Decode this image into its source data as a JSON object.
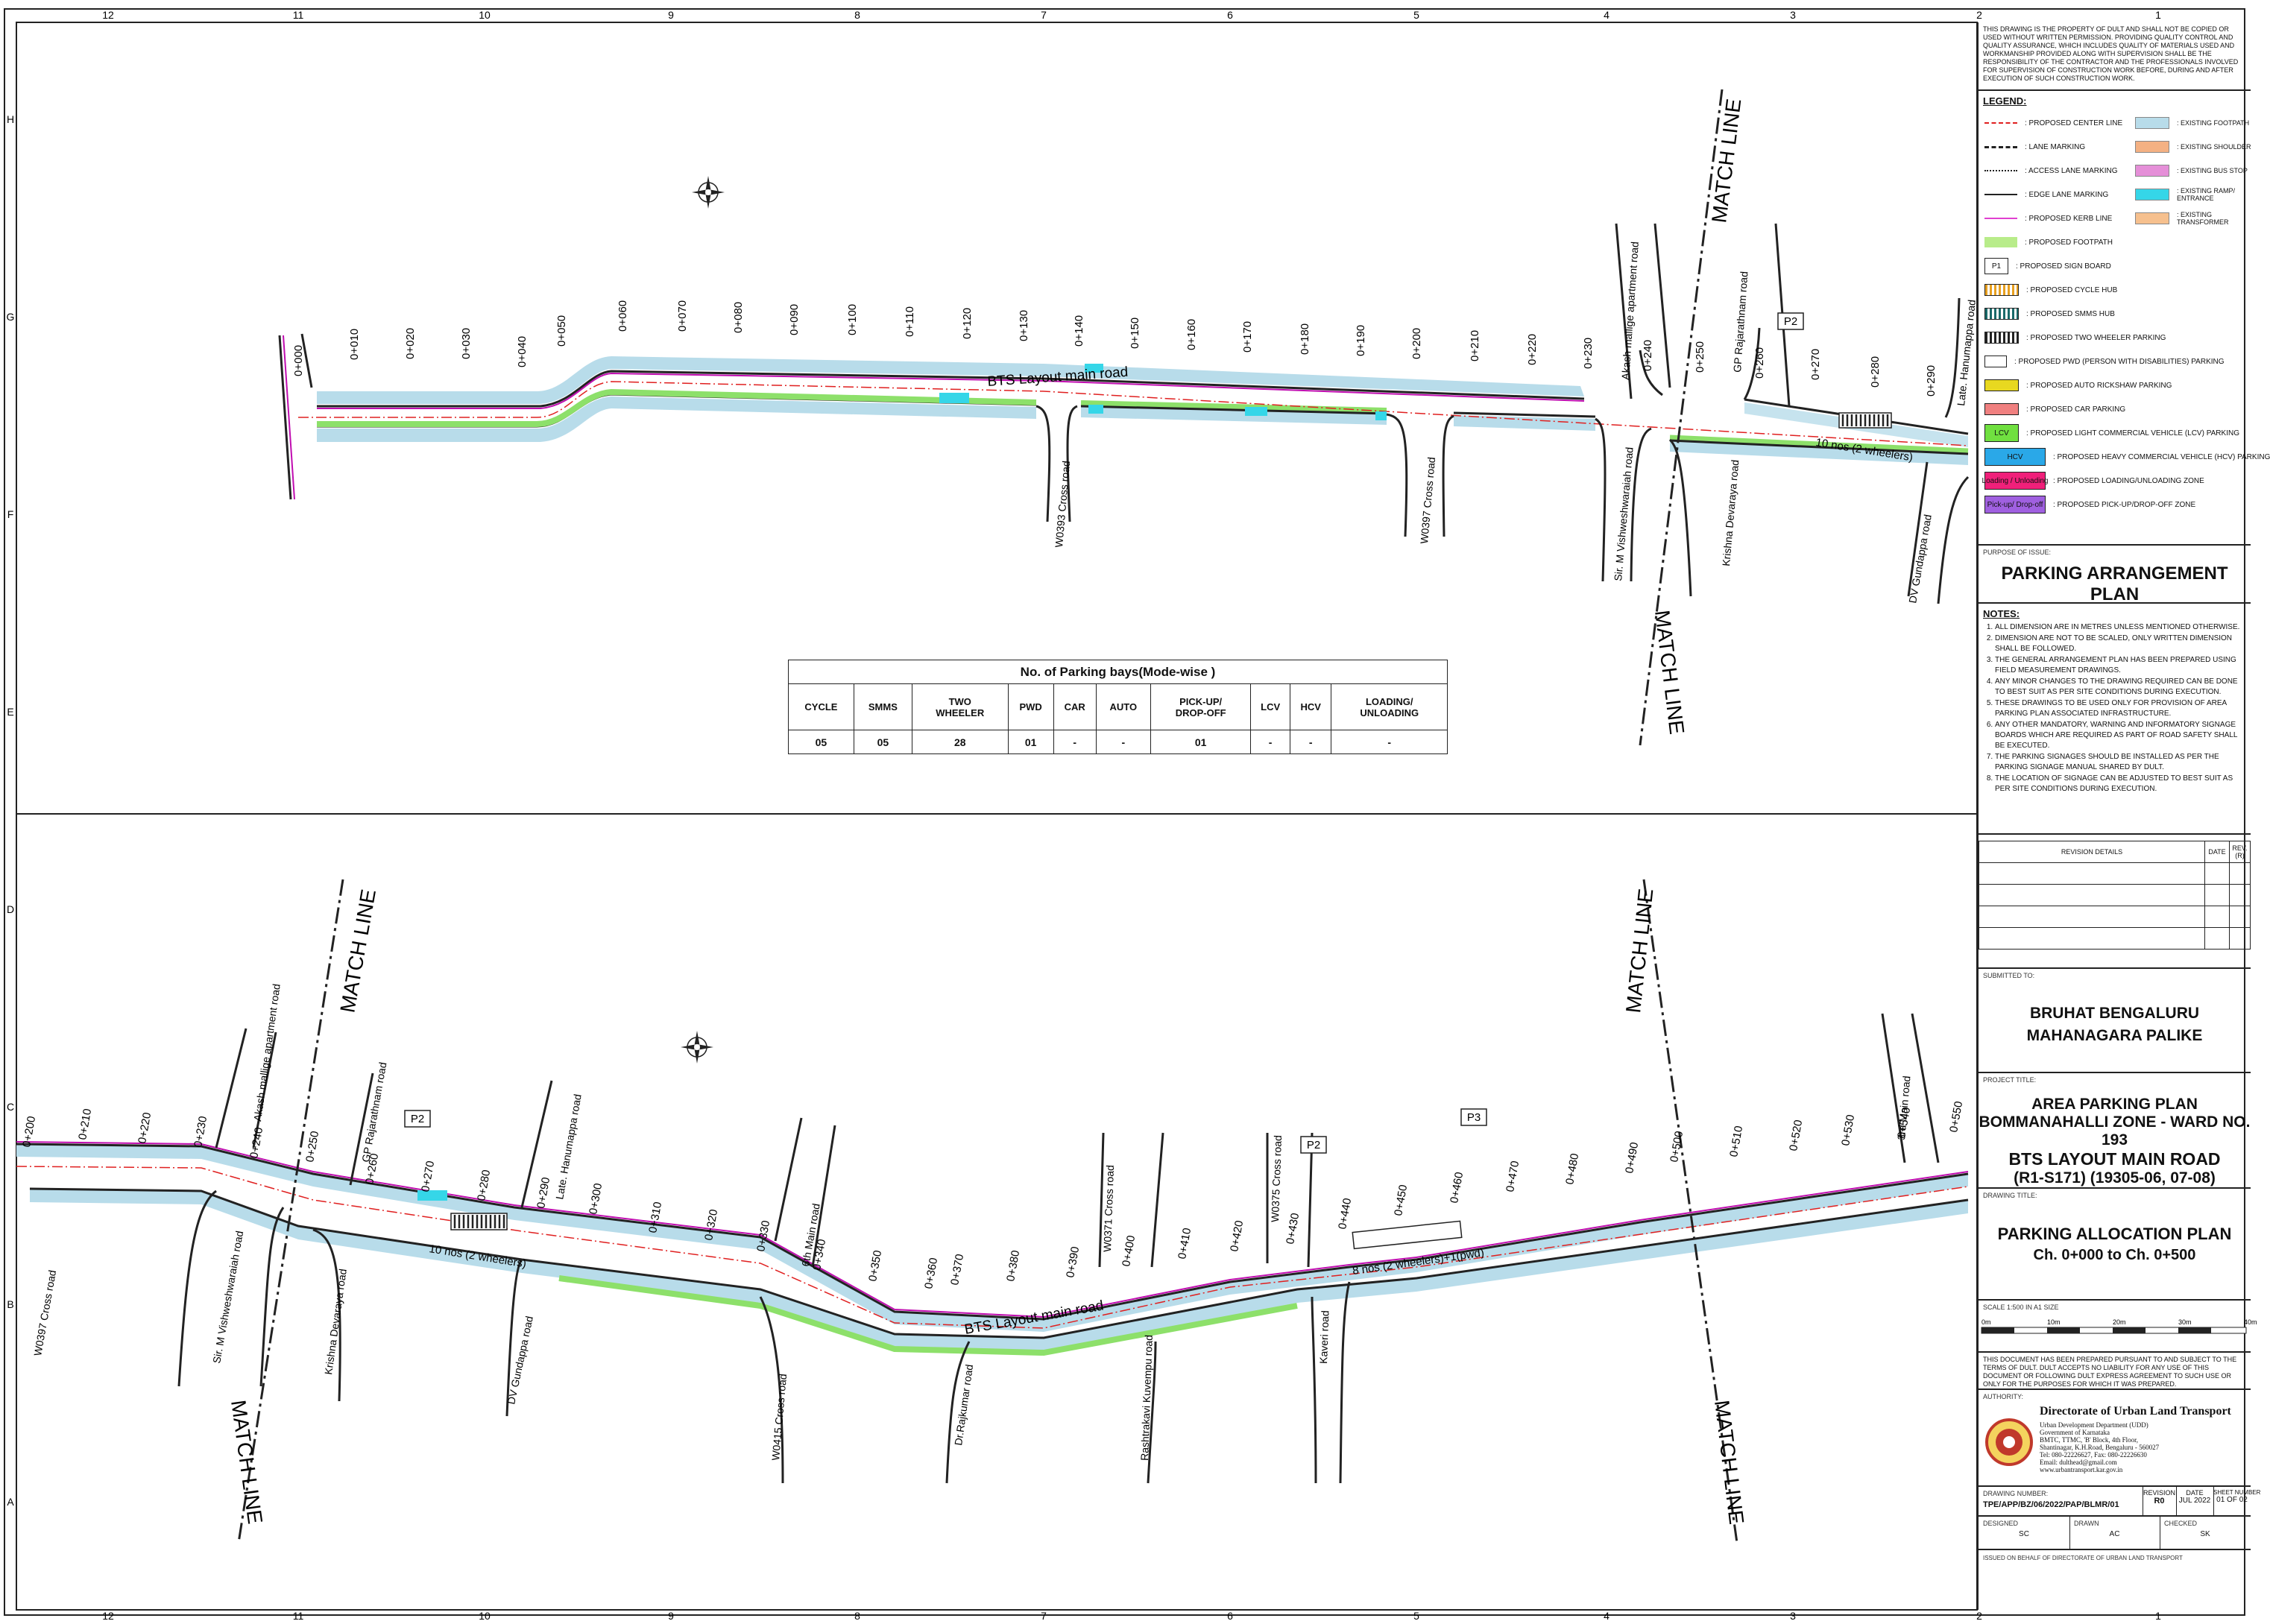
{
  "grid": {
    "columns": [
      "12",
      "11",
      "10",
      "9",
      "8",
      "7",
      "6",
      "5",
      "4",
      "3",
      "2",
      "1"
    ],
    "rows": [
      "H",
      "G",
      "F",
      "E",
      "D",
      "C",
      "B",
      "A"
    ]
  },
  "top_panel": {
    "road_label": "BTS Layout main road",
    "chainages": [
      "0+000",
      "0+010",
      "0+020",
      "0+030",
      "0+040",
      "0+050",
      "0+060",
      "0+070",
      "0+080",
      "0+090",
      "0+100",
      "0+110",
      "0+120",
      "0+130",
      "0+140",
      "0+150",
      "0+160",
      "0+170",
      "0+180",
      "0+190",
      "0+200",
      "0+210",
      "0+220",
      "0+230",
      "0+240",
      "0+250",
      "0+260",
      "0+270",
      "0+280",
      "0+290"
    ],
    "roads": [
      "W0393 Cross road",
      "W0397 Cross road",
      "Sir. M Vishweshwaraiah road",
      "Krishna Devaraya road",
      "DV Gundappa road",
      "Akash mallige apartment road",
      "GP Rajarathnam road",
      "Late. Hanumappa road"
    ],
    "match_line_top": "MATCH LINE",
    "match_line_bottom": "MATCH LINE",
    "parking_label": "10 nos (2 wheelers)",
    "sign": "P2"
  },
  "parking_table": {
    "title": "No. of Parking bays(Mode-wise )",
    "headers": [
      "CYCLE",
      "SMMS",
      "TWO\nWHEELER",
      "PWD",
      "CAR",
      "AUTO",
      "PICK-UP/\nDROP-OFF",
      "LCV",
      "HCV",
      "LOADING/\nUNLOADING"
    ],
    "values": [
      "05",
      "05",
      "28",
      "01",
      "-",
      "-",
      "01",
      "-",
      "-",
      "-"
    ]
  },
  "bottom_panel": {
    "road_label": "BTS Layout main road",
    "chainages": [
      "0+200",
      "0+210",
      "0+220",
      "0+230",
      "0+240",
      "0+250",
      "0+260",
      "0+270",
      "0+280",
      "0+290",
      "0+300",
      "0+310",
      "0+320",
      "0+330",
      "0+340",
      "0+350",
      "0+360",
      "0+370",
      "0+380",
      "0+390",
      "0+400",
      "0+410",
      "0+420",
      "0+430",
      "0+440",
      "0+450",
      "0+460",
      "0+470",
      "0+480",
      "0+490",
      "0+500",
      "0+510",
      "0+520",
      "0+530",
      "0+540",
      "0+550"
    ],
    "roads": [
      "W0397 Cross road",
      "Sir. M Vishweshwaraiah road",
      "Krishna Devaraya road",
      "DV Gundappa road",
      "W0415 Cross road",
      "Dr.Rajkumar road",
      "Rashtrakavi Kuvempu road",
      "Kaveri road",
      "Akash mallige apartment road",
      "GP Rajarathnam road",
      "Late. Hanumappa road",
      "6th Main road",
      "W0371 Cross road",
      "W0375 Cross road",
      "3rd Main road"
    ],
    "match_line": "MATCH LINE",
    "parking_label_1": "10 nos (2 wheelers)",
    "parking_label_2": "8 nos (2 wheelers)+1(pwd)",
    "signs": [
      "P2",
      "P2",
      "P3"
    ]
  },
  "title_block": {
    "disclaimer": "THIS DRAWING IS THE PROPERTY OF DULT AND SHALL NOT BE COPIED OR USED WITHOUT WRITTEN PERMISSION. PROVIDING QUALITY CONTROL AND QUALITY ASSURANCE, WHICH INCLUDES QUALITY OF MATERIALS USED AND WORKMANSHIP PROVIDED ALONG WITH SUPERVISION SHALL BE THE RESPONSIBILITY OF THE CONTRACTOR AND THE PROFESSIONALS INVOLVED FOR SUPERVISION OF CONSTRUCTION WORK BEFORE, DURING AND AFTER EXECUTION OF SUCH CONSTRUCTION WORK.",
    "legend_title": "LEGEND:",
    "legend_left": [
      {
        "icon": "center-line",
        "label": ": PROPOSED CENTER LINE"
      },
      {
        "icon": "lane-marking",
        "label": ": LANE MARKING"
      },
      {
        "icon": "access-lane",
        "label": ": ACCESS LANE MARKING"
      },
      {
        "icon": "edge-lane",
        "label": ": EDGE LANE MARKING"
      },
      {
        "icon": "kerb-line",
        "label": ": PROPOSED KERB LINE"
      },
      {
        "icon": "footpath",
        "label": ": PROPOSED FOOTPATH"
      },
      {
        "icon": "sign-board",
        "text": "P1",
        "label": ": PROPOSED SIGN BOARD"
      },
      {
        "icon": "cycle-hub",
        "label": ": PROPOSED CYCLE HUB"
      },
      {
        "icon": "smms-hub",
        "label": ": PROPOSED SMMS HUB"
      },
      {
        "icon": "two-wheeler",
        "label": ": PROPOSED TWO WHEELER PARKING"
      },
      {
        "icon": "pwd",
        "label": ": PROPOSED PWD (PERSON WITH DISABILITIES) PARKING"
      },
      {
        "icon": "auto",
        "label": ": PROPOSED AUTO RICKSHAW PARKING"
      },
      {
        "icon": "car",
        "label": ": PROPOSED CAR PARKING"
      },
      {
        "icon": "lcv",
        "text": "LCV",
        "label": ": PROPOSED LIGHT COMMERCIAL VEHICLE (LCV) PARKING"
      },
      {
        "icon": "hcv",
        "text": "HCV",
        "label": ": PROPOSED HEAVY COMMERCIAL VEHICLE (HCV) PARKING"
      },
      {
        "icon": "loading",
        "text": "Loading / Unloading",
        "label": ": PROPOSED LOADING/UNLOADING ZONE"
      },
      {
        "icon": "pickup",
        "text": "Pick-up/ Drop-off",
        "label": ": PROPOSED PICK-UP/DROP-OFF ZONE"
      }
    ],
    "legend_right": [
      {
        "color": "#b8dcea",
        "label": ": EXISTING FOOTPATH"
      },
      {
        "color": "#f4b183",
        "label": ": EXISTING SHOULDER"
      },
      {
        "color": "#e58fd8",
        "label": ": EXISTING BUS STOP"
      },
      {
        "color": "#35d6e8",
        "label": ": EXISTING RAMP/ ENTRANCE"
      },
      {
        "color": "#f6c08e",
        "label": ": EXISTING TRANSFORMER"
      }
    ],
    "purpose_label": "PURPOSE OF ISSUE:",
    "purpose": "PARKING ARRANGEMENT PLAN",
    "notes_title": "NOTES:",
    "notes": [
      "ALL DIMENSION ARE IN METRES UNLESS MENTIONED OTHERWISE.",
      "DIMENSION ARE NOT TO BE SCALED, ONLY WRITTEN DIMENSION SHALL BE FOLLOWED.",
      "THE GENERAL ARRANGEMENT PLAN HAS BEEN PREPARED USING FIELD MEASUREMENT DRAWINGS.",
      "ANY MINOR CHANGES TO THE DRAWING REQUIRED CAN BE DONE TO BEST SUIT AS PER SITE CONDITIONS DURING EXECUTION.",
      "THESE DRAWINGS TO BE USED ONLY FOR PROVISION OF AREA PARKING PLAN ASSOCIATED INFRASTRUCTURE.",
      "ANY OTHER MANDATORY, WARNING AND INFORMATORY SIGNAGE BOARDS WHICH ARE REQUIRED AS PART OF ROAD SAFETY SHALL BE EXECUTED.",
      "THE PARKING SIGNAGES SHOULD BE INSTALLED AS PER THE PARKING SIGNAGE MANUAL SHARED BY DULT.",
      "THE LOCATION OF SIGNAGE CAN BE ADJUSTED TO BEST SUIT AS PER SITE CONDITIONS DURING EXECUTION."
    ],
    "revision_headers": [
      "REVISION DETAILS",
      "DATE",
      "REV. (R)"
    ],
    "submitted_label": "SUBMITTED TO:",
    "submitted_line1": "BRUHAT BENGALURU",
    "submitted_line2": "MAHANAGARA PALIKE",
    "project_label": "PROJECT TITLE:",
    "project_line1": "AREA PARKING PLAN",
    "project_line2": "BOMMANAHALLI ZONE - WARD NO. 193",
    "project_line3": "BTS LAYOUT MAIN ROAD",
    "project_line4": "(R1-S171) (19305-06, 07-08)",
    "drawing_label": "DRAWING TITLE:",
    "drawing_line1": "PARKING ALLOCATION PLAN",
    "drawing_line2": "Ch. 0+000 to Ch. 0+500",
    "scale_label": "SCALE  1:500  IN  A1  SIZE",
    "scale_ticks": [
      "0m",
      "10m",
      "20m",
      "30m",
      "40m"
    ],
    "liability": "THIS DOCUMENT HAS BEEN PREPARED PURSUANT TO AND SUBJECT TO THE TERMS OF DULT. DULT ACCEPTS NO LIABILITY FOR ANY USE OF THIS DOCUMENT OR FOLLOWING DULT EXPRESS AGREEMENT TO SUCH USE OR ONLY FOR THE PURPOSES FOR WHICH IT WAS PREPARED.",
    "authority_label": "AUTHORITY:",
    "authority_name": "Directorate of Urban Land Transport",
    "authority_lines": [
      "Urban Development Department (UDD)",
      "Government of Karnataka",
      "BMTC, TTMC, 'B' Block, 4th Floor,",
      "Shantinagar, K.H.Road, Bengaluru - 560027",
      "Tel: 080-22226627, Fax: 080-22226630",
      "Email: dulthead@gmail.com",
      "www.urbantransport.kar.gov.in"
    ],
    "drawing_number_label": "DRAWING NUMBER:",
    "drawing_number": "TPE/APP/BZ/06/2022/PAP/BLMR/01",
    "revision_label": "REVISION",
    "revision": "R0",
    "date_label": "DATE",
    "date": "JUL 2022",
    "sheet_label": "SHEET NUMBER",
    "sheet": "01 OF 02",
    "designed_label": "DESIGNED",
    "designed": "SC",
    "drawn_label": "DRAWN",
    "drawn": "AC",
    "checked_label": "CHECKED",
    "checked": "SK",
    "issued": "ISSUED ON BEHALF OF DIRECTORATE OF URBAN LAND TRANSPORT"
  }
}
